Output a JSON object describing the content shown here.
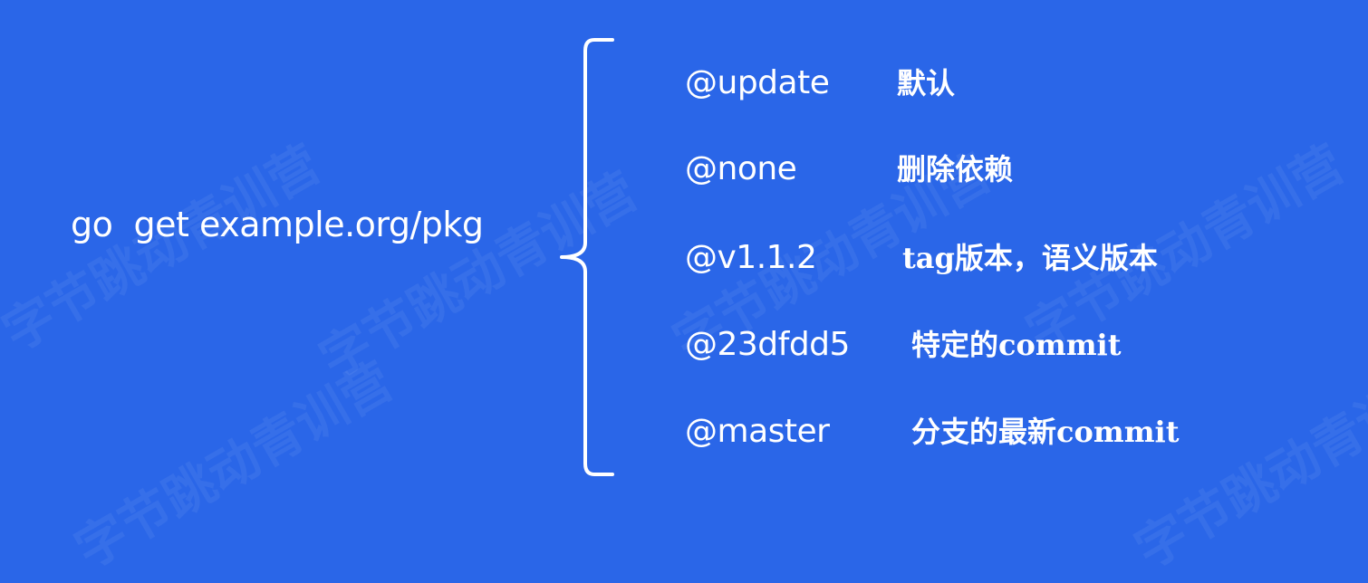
{
  "command": "go  get example.org/pkg",
  "options": [
    {
      "key": "@update",
      "desc": "默认"
    },
    {
      "key": "@none",
      "desc": "删除依赖"
    },
    {
      "key": "@v1.1.2",
      "desc": "tag版本，语义版本"
    },
    {
      "key": "@23dfdd5",
      "desc": "特定的commit"
    },
    {
      "key": "@master",
      "desc": "分支的最新commit"
    }
  ],
  "watermark": "字节跳动青训营",
  "colors": {
    "background": "#2a66e8",
    "foreground": "#ffffff"
  }
}
